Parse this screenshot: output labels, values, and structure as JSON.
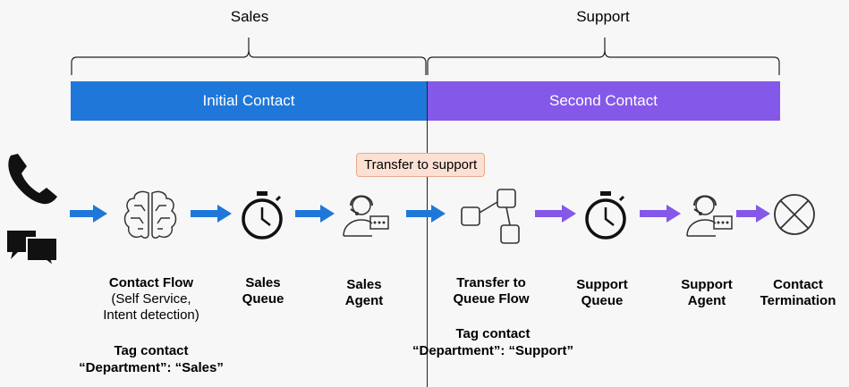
{
  "phases": {
    "sales_label": "Sales",
    "support_label": "Support"
  },
  "bands": {
    "initial": {
      "label": "Initial Contact",
      "color": "#1f78d9"
    },
    "second": {
      "label": "Second Contact",
      "color": "#8458e8"
    }
  },
  "transfer_badge": "Transfer to support",
  "nodes": {
    "contact_flow": {
      "title": "Contact Flow",
      "sub1": "(Self Service,",
      "sub2": "Intent detection)",
      "icon": "brain-icon"
    },
    "sales_queue": {
      "title1": "Sales",
      "title2": "Queue",
      "icon": "stopwatch-icon"
    },
    "sales_agent": {
      "title1": "Sales",
      "title2": "Agent",
      "icon": "agent-headset-icon"
    },
    "transfer_flow": {
      "title1": "Transfer to",
      "title2": "Queue Flow",
      "icon": "flow-blocks-icon"
    },
    "support_queue": {
      "title1": "Support",
      "title2": "Queue",
      "icon": "stopwatch-icon"
    },
    "support_agent": {
      "title1": "Support",
      "title2": "Agent",
      "icon": "agent-headset-icon"
    },
    "termination": {
      "title1": "Contact",
      "title2": "Termination",
      "icon": "x-circle-icon"
    }
  },
  "tags": {
    "sales": {
      "line1": "Tag contact",
      "line2": "“Department”: “Sales”"
    },
    "support": {
      "line1": "Tag contact",
      "line2": "“Department”: “Support”"
    }
  },
  "channels": {
    "phone_icon": "phone-icon",
    "chat_icon": "chat-icon"
  },
  "arrow_colors": {
    "sales": "#1f78d9",
    "support": "#8458e8"
  }
}
